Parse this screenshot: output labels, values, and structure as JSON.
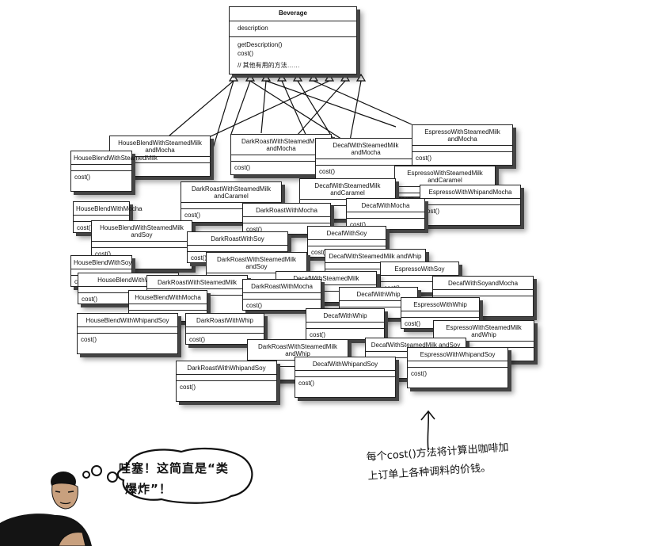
{
  "beverage": {
    "title": "Beverage",
    "attribute": "description",
    "methods": [
      "getDescription()",
      "cost()"
    ],
    "comment": "// 其他有用的方法……"
  },
  "method_label": "cost()",
  "classes": [
    "HouseBlendWithSteamedMilk andMocha",
    "DarkRoastWithSteamedMilk andMocha",
    "DecafWithSteamedMilk andMocha",
    "EspressoWithSteamedMilk andMocha",
    "HouseBlendWithSteamedMilk",
    "EspressoWithSteamedMilk andCaramel",
    "DarkRoastWithSteamedMilk andCaramel",
    "DecafWithSteamedMilk andCaramel",
    "EspressoWithWhipandMocha",
    "HouseBlendWithMocha",
    "DarkRoastWithMocha",
    "DecafWithMocha",
    "HouseBlendWithSteamedMilk andSoy",
    "DarkRoastWithSoy",
    "DecafWithSoy",
    "DecafWithSteamedMilk andWhip",
    "DarkRoastWithSteamedMilk andSoy",
    "HouseBlendWithSoy",
    "EspressoWithSoy",
    "HouseBlendWithWhip",
    "DarkRoastWithSteamedMilk",
    "DecafWithSteamedMilk",
    "DecafWithSoyandMocha",
    "HouseBlendWithMocha",
    "DarkRoastWithMocha",
    "DecafWithWhip",
    "EspressoWithWhip",
    "HouseBlendWithWhipandSoy",
    "DarkRoastWithWhip",
    "DecafWithWhip",
    "EspressoWithSteamedMilk andWhip",
    "DarkRoastWithSteamedMilk andWhip",
    "DecafWithSteamedMilk andSoy",
    "DarkRoastWithWhipandSoy",
    "DecafWithWhipandSoy",
    "EspressoWithWhipandSoy"
  ],
  "speech_bubble": [
    "哇塞！这简直是“类",
    "爆炸”！"
  ],
  "annotation": [
    "每个cost()方法将计算出咖啡加",
    "上订单上各种调料的价钱。"
  ]
}
